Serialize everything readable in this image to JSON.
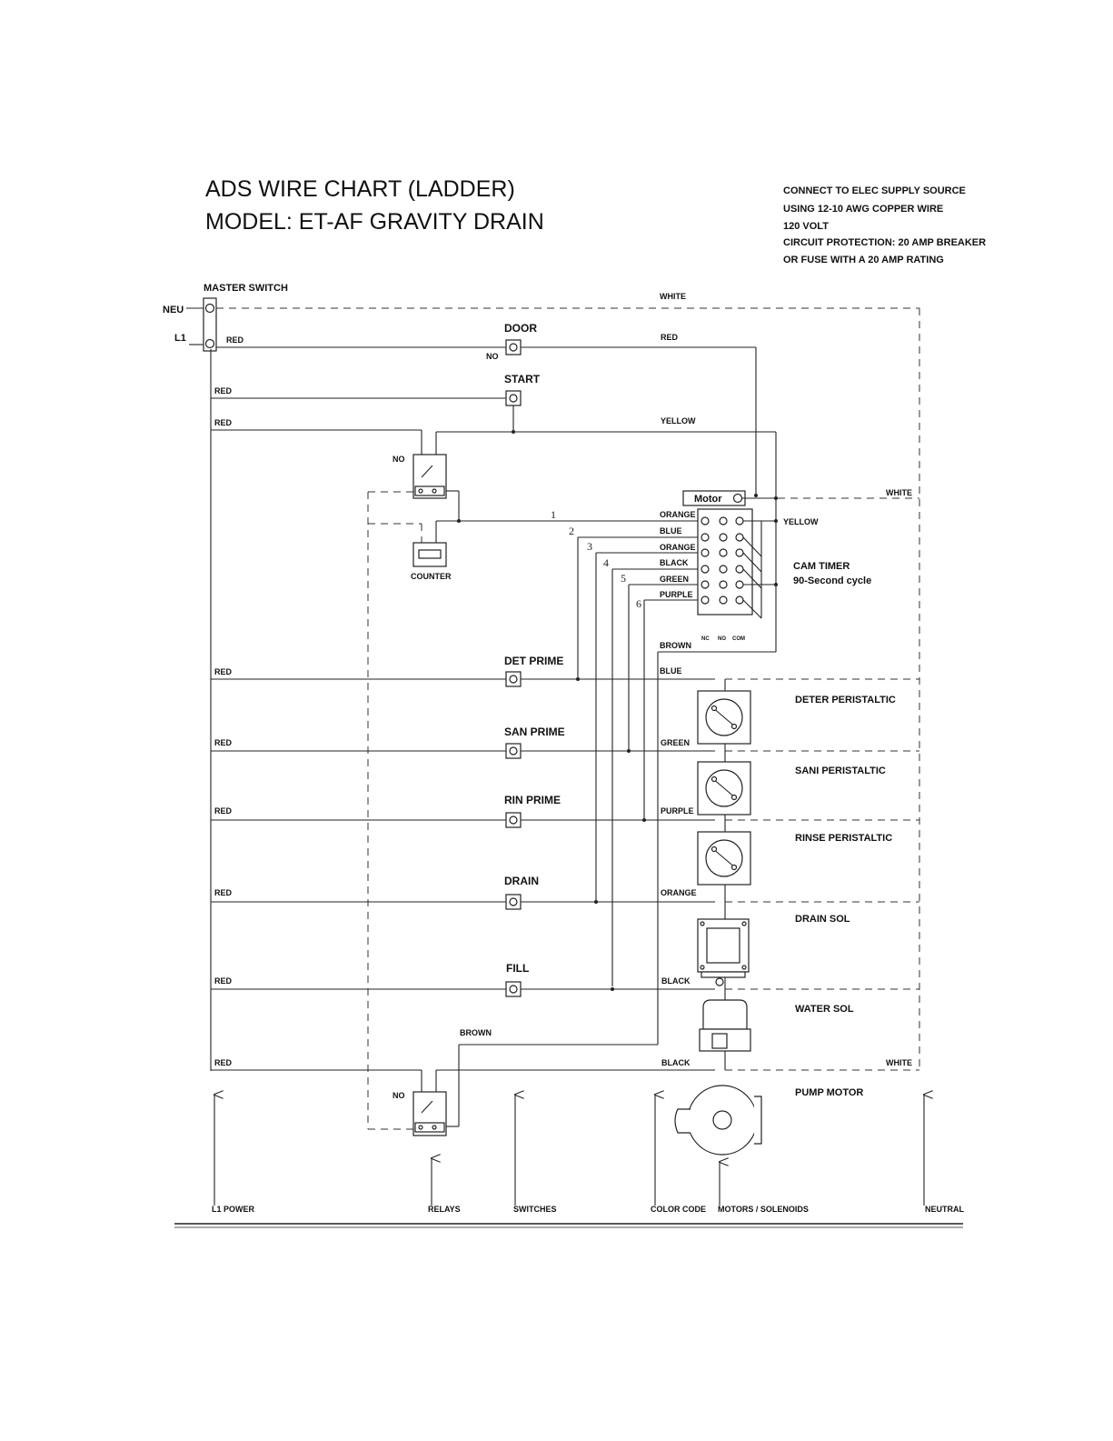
{
  "title": {
    "line1": "ADS WIRE CHART (LADDER)",
    "line2": "MODEL: ET-AF GRAVITY DRAIN"
  },
  "supply_note": [
    "CONNECT TO ELEC SUPPLY SOURCE",
    "USING 12-10 AWG COPPER WIRE",
    "120 VOLT",
    "CIRCUIT PROTECTION: 20 AMP BREAKER",
    "OR FUSE WITH A 20 AMP RATING"
  ],
  "master_switch": {
    "label": "MASTER SWITCH",
    "neu": "NEU",
    "l1": "L1"
  },
  "wire_colors": {
    "red": "RED",
    "white": "WHITE",
    "yellow": "YELLOW",
    "brown": "BROWN",
    "blue": "BLUE",
    "green": "GREEN",
    "purple": "PURPLE",
    "orange": "ORANGE",
    "black": "BLACK"
  },
  "switches": {
    "door": "DOOR",
    "start": "START",
    "det_prime": "DET PRIME",
    "san_prime": "SAN PRIME",
    "rin_prime": "RIN PRIME",
    "drain": "DRAIN",
    "fill": "FILL"
  },
  "no_label": "NO",
  "counter_label": "COUNTER",
  "motor_label": "Motor",
  "cam_timer": {
    "label1": "CAM TIMER",
    "label2": "90-Second cycle",
    "wires": [
      "ORANGE",
      "BLUE",
      "ORANGE",
      "BLACK",
      "GREEN",
      "PURPLE"
    ],
    "numbers": [
      "1",
      "2",
      "3",
      "4",
      "5",
      "6"
    ],
    "terminals": [
      "NC",
      "NO",
      "COM"
    ]
  },
  "loads": {
    "deter": "DETER PERISTALTIC",
    "sani": "SANI PERISTALTIC",
    "rinse": "RINSE PERISTALTIC",
    "drain": "DRAIN SOL",
    "water": "WATER SOL",
    "pump": "PUMP MOTOR"
  },
  "legend": {
    "l1_power": "L1 POWER",
    "relays": "RELAYS",
    "switches": "SWITCHES",
    "color_code": "COLOR CODE",
    "motors": "MOTORS / SOLENOIDS",
    "neutral": "NEUTRAL"
  }
}
